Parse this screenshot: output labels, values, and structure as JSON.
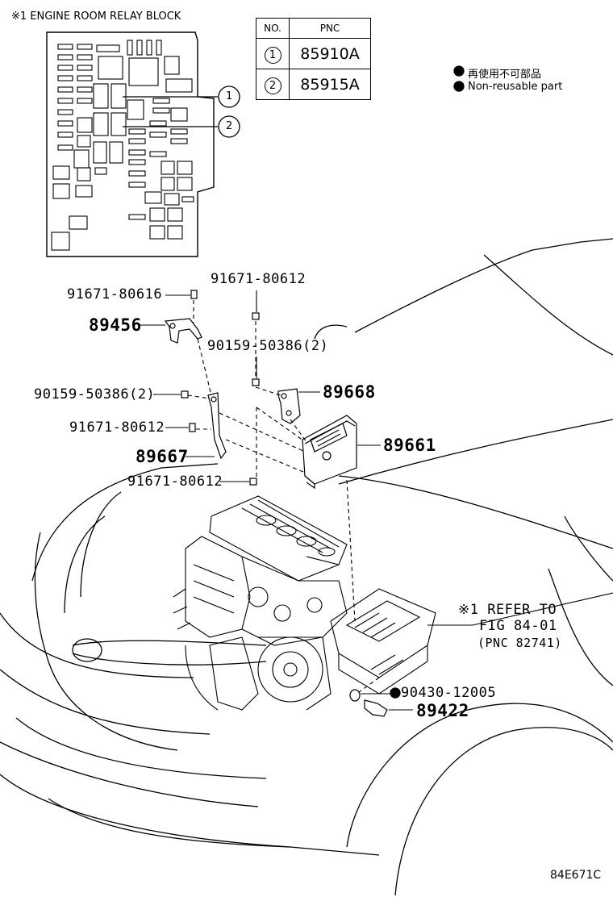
{
  "relay_block": {
    "title": "※1  ENGINE ROOM RELAY BLOCK",
    "callouts": [
      "1",
      "2"
    ]
  },
  "pnc_table": {
    "headers": [
      "NO.",
      "PNC"
    ],
    "rows": [
      {
        "no": "1",
        "pnc": "85910A"
      },
      {
        "no": "2",
        "pnc": "85915A"
      }
    ]
  },
  "legend": {
    "jp": "再使用不可部品",
    "en": "Non-reusable part"
  },
  "parts": {
    "p1": "91671-80616",
    "p2": "91671-80612",
    "p3": "89456",
    "p4": "90159-50386(2)",
    "p5": "90159-50386(2)",
    "p6": "89668",
    "p7": "91671-80612",
    "p8": "89661",
    "p9": "89667",
    "p10": "91671-80612",
    "p11": "90430-12005",
    "p12": "89422"
  },
  "refer": {
    "line1": "※1 REFER TO",
    "line2": "FIG 84-01",
    "line3": "(PNC 82741)"
  },
  "figure_code": "84E671C"
}
